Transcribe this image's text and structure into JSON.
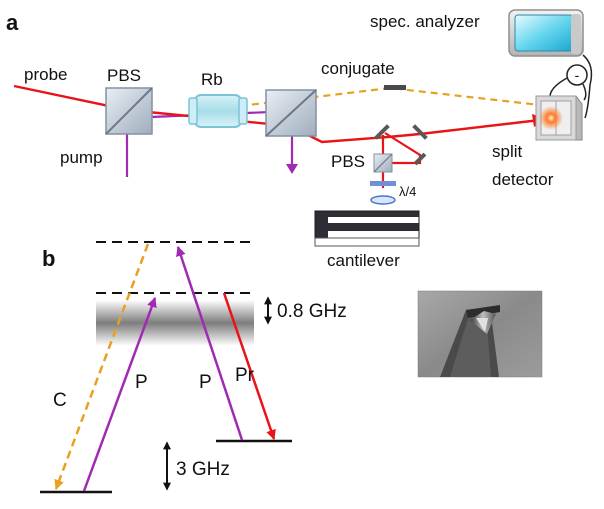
{
  "panel_a": {
    "letter": "a",
    "labels": {
      "probe": "probe",
      "pump": "pump",
      "pbs_left": "PBS",
      "rb": "Rb",
      "conjugate": "conjugate",
      "spec_analyzer": "spec. analyzer",
      "subtract_sign": "-",
      "pbs_lower": "PBS",
      "quarter_wave": "λ/4",
      "split_line1": "split",
      "split_line2": "detector",
      "cantilever": "cantilever"
    }
  },
  "panel_b": {
    "letter": "b",
    "labels": {
      "c": "C",
      "p_left": "P",
      "p_right": "P",
      "pr": "Pr",
      "detuning": "0.8 GHz",
      "splitting": "3 GHz"
    }
  },
  "colors": {
    "probe_beam": "#e8141a",
    "pump_beam": "#a02ab3",
    "conjugate_beam": "#e8a020",
    "text": "#111111"
  }
}
